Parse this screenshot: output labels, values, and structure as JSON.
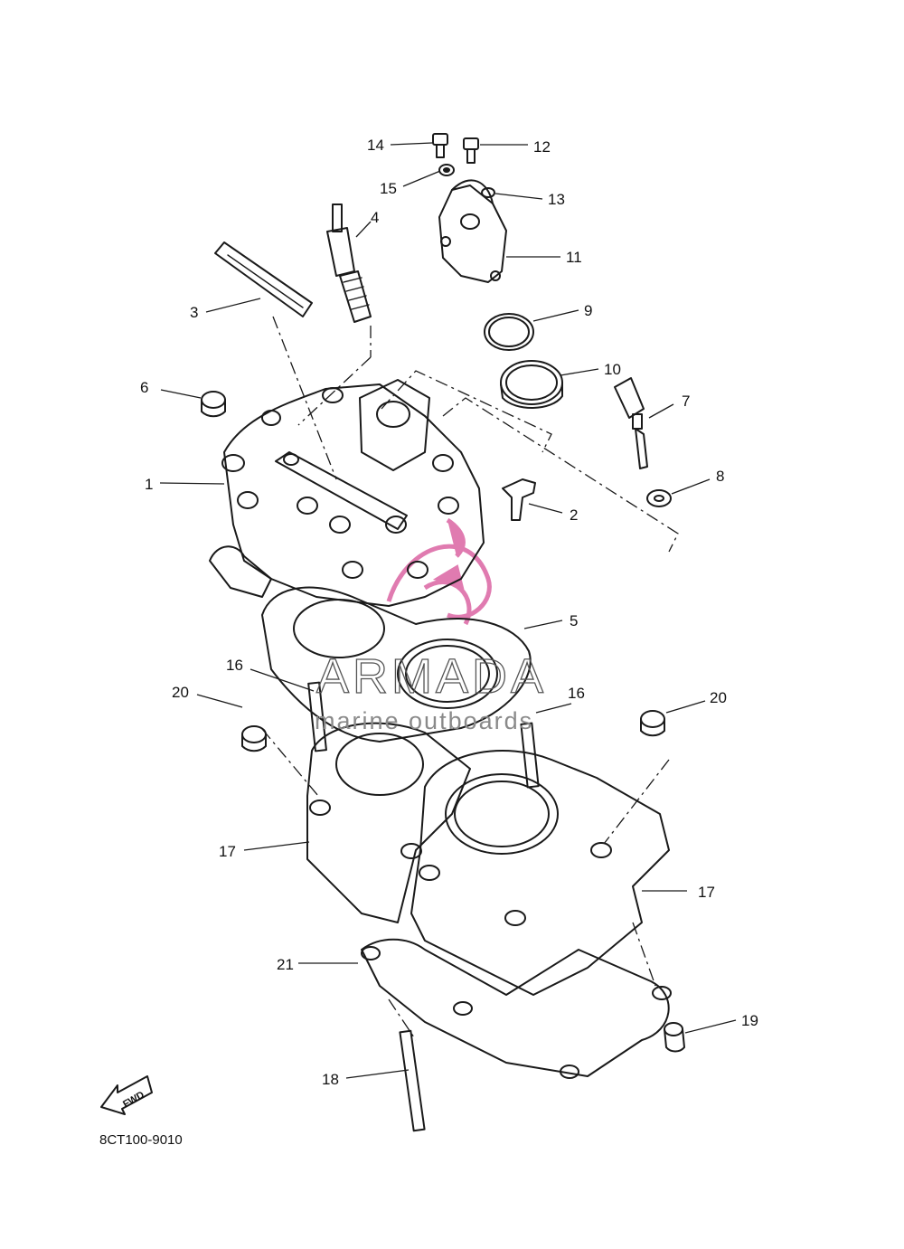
{
  "diagram": {
    "drawing_code": "8CT100-9010",
    "direction_badge": "FWD",
    "watermark": {
      "brand": "ARMADA",
      "tagline": "marine outboards",
      "logo_color": "#e07bb0"
    },
    "callouts": {
      "c1": "1",
      "c2": "2",
      "c3": "3",
      "c4": "4",
      "c5": "5",
      "c6": "6",
      "c7": "7",
      "c8": "8",
      "c9": "9",
      "c10": "10",
      "c11": "11",
      "c12": "12",
      "c13": "13",
      "c14": "14",
      "c15": "15",
      "c16a": "16",
      "c16b": "16",
      "c17a": "17",
      "c17b": "17",
      "c18": "18",
      "c19": "19",
      "c20a": "20",
      "c20b": "20",
      "c21": "21"
    }
  }
}
